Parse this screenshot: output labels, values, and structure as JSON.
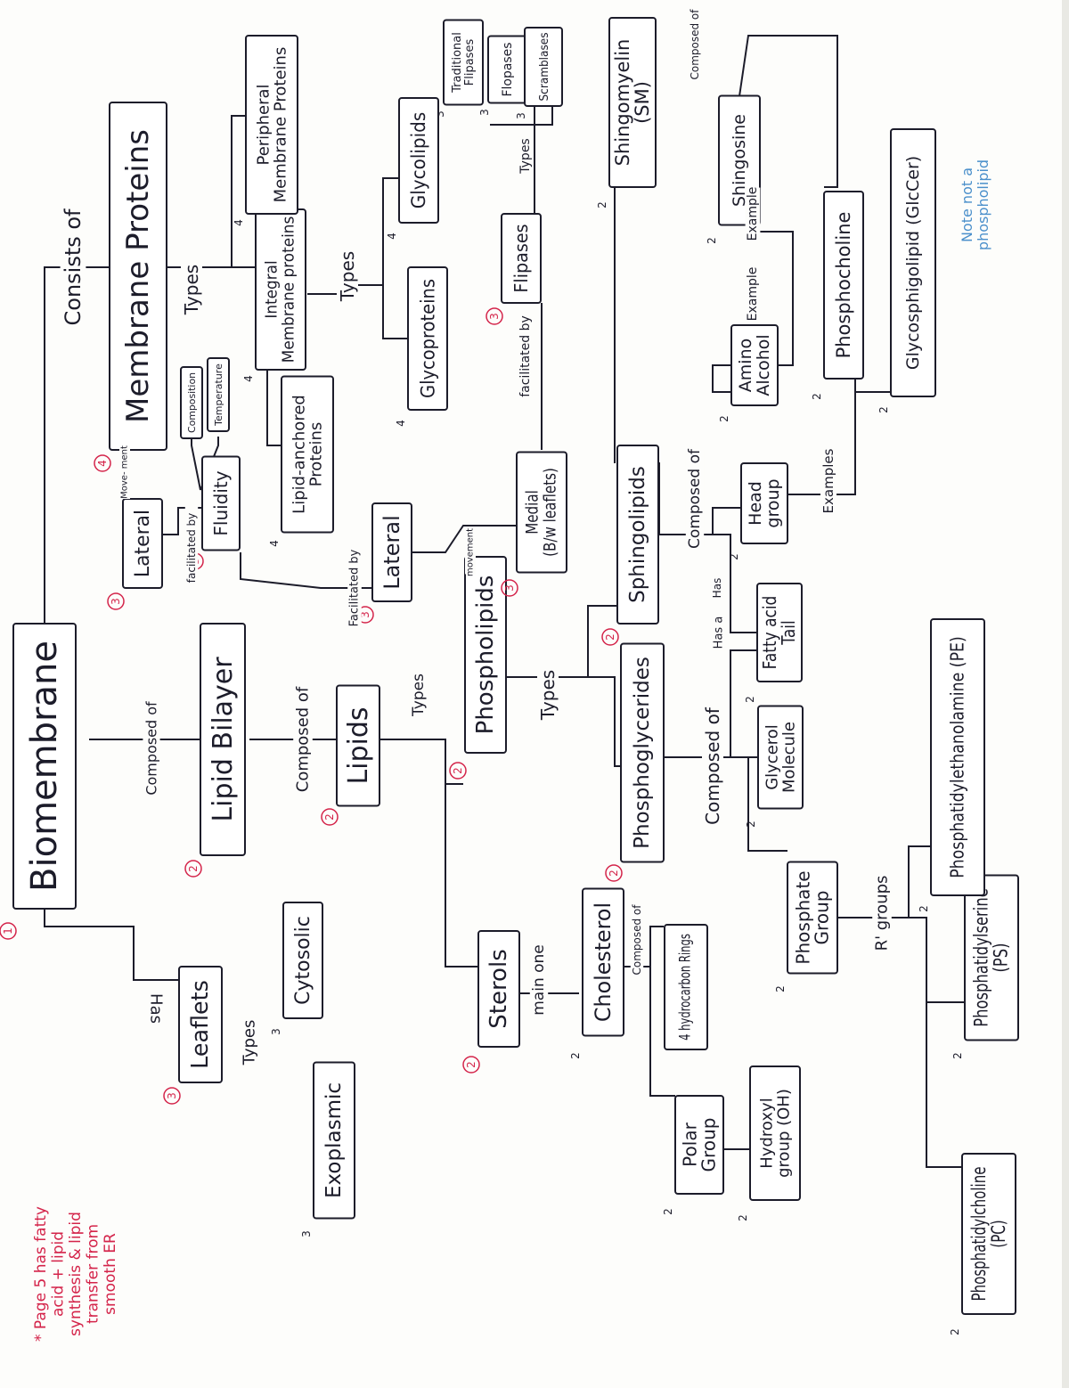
{
  "nodes": [
    {
      "id": "biomembrane",
      "text": "Biomembrane",
      "num": "1"
    },
    {
      "id": "leaflets",
      "text": "Leaflets",
      "num": "3"
    },
    {
      "id": "exoplasmic",
      "text": "Exoplasmic",
      "num": "3"
    },
    {
      "id": "cytosolic",
      "text": "Cytosolic",
      "num": "3"
    },
    {
      "id": "lipid-bilayer",
      "text": "Lipid Bilayer",
      "num": "2"
    },
    {
      "id": "lipids",
      "text": "Lipids",
      "num": "2"
    },
    {
      "id": "sterols",
      "text": "Sterols",
      "num": "2"
    },
    {
      "id": "cholesterol",
      "text": "Cholesterol",
      "num": "2"
    },
    {
      "id": "hydrocarbon-rings",
      "text": "4 hydrocarbon Rings",
      "num": ""
    },
    {
      "id": "polar-group",
      "text": "Polar Group",
      "num": "2"
    },
    {
      "id": "hydroxyl",
      "text": "Hydroxyl group (OH)",
      "num": "2"
    },
    {
      "id": "phospholipids",
      "text": "Phospholipids",
      "num": "2"
    },
    {
      "id": "phosphoglycerides",
      "text": "Phosphoglycerides",
      "num": "2"
    },
    {
      "id": "sphingolipids",
      "text": "Sphingolipids",
      "num": "2"
    },
    {
      "id": "glycerol",
      "text": "Glycerol Molecule",
      "num": "2"
    },
    {
      "id": "phosphate-group",
      "text": "Phosphate Group",
      "num": "2"
    },
    {
      "id": "fatty-acid-tail",
      "text": "Fatty acid Tail",
      "num": "2"
    },
    {
      "id": "head-group",
      "text": "Head group",
      "num": "2"
    },
    {
      "id": "amino-alcohol",
      "text": "Amino Alcohol",
      "num": "2"
    },
    {
      "id": "sphingosine",
      "text": "Shingosine",
      "num": "2"
    },
    {
      "id": "sphingomyelin",
      "text": "Shingomyelin (SM)",
      "num": "2"
    },
    {
      "id": "phosphocholine",
      "text": "Phosphocholine",
      "num": "2"
    },
    {
      "id": "glycosphingolipid",
      "text": "Glycosphigolipid (GlcCer)",
      "num": "2"
    },
    {
      "id": "pc",
      "text": "Phosphatidylcholine (PC)",
      "num": "2"
    },
    {
      "id": "ps",
      "text": "Phosphatidylserine (PS)",
      "num": "2"
    },
    {
      "id": "pe",
      "text": "Phosphatidylethanolamine (PE)",
      "num": "2"
    },
    {
      "id": "lateral-lipid",
      "text": "Lateral",
      "num": "3"
    },
    {
      "id": "medial",
      "text": "Medial (B/w leaflets)",
      "num": "3"
    },
    {
      "id": "flipases",
      "text": "Flipases",
      "num": "3"
    },
    {
      "id": "traditional-flipases",
      "text": "Traditional Flipases",
      "num": "3"
    },
    {
      "id": "flopases",
      "text": "Flopases",
      "num": "3"
    },
    {
      "id": "scramblases",
      "text": "Scramblases",
      "num": "3"
    },
    {
      "id": "membrane-proteins",
      "text": "Membrane Proteins",
      "num": "4"
    },
    {
      "id": "lateral-protein",
      "text": "Lateral",
      "num": "3"
    },
    {
      "id": "fluidity",
      "text": "Fluidity",
      "num": "3"
    },
    {
      "id": "composition",
      "text": "Composition",
      "num": ""
    },
    {
      "id": "temperature",
      "text": "Temperature",
      "num": ""
    },
    {
      "id": "lipid-anchored",
      "text": "Lipid-anchored Proteins",
      "num": "4"
    },
    {
      "id": "integral",
      "text": "Integral Membrane proteins",
      "num": "4"
    },
    {
      "id": "peripheral",
      "text": "Peripheral Membrane Proteins",
      "num": "4"
    },
    {
      "id": "glycoproteins",
      "text": "Glycoproteins",
      "num": "4"
    },
    {
      "id": "glycolipids",
      "text": "Glycolipids",
      "num": "4"
    }
  ],
  "links": [
    {
      "id": "has",
      "text": "Has"
    },
    {
      "id": "composed-of-1",
      "text": "Composed of"
    },
    {
      "id": "consists-of",
      "text": "Consists of"
    },
    {
      "id": "types-leaflets",
      "text": "Types"
    },
    {
      "id": "composed-of-2",
      "text": "Composed of"
    },
    {
      "id": "types-lipids",
      "text": "Types"
    },
    {
      "id": "main-one",
      "text": "main one"
    },
    {
      "id": "composed-of-chol",
      "text": "Composed of"
    },
    {
      "id": "types-phospho",
      "text": "Types"
    },
    {
      "id": "composed-of-pg",
      "text": "Composed of"
    },
    {
      "id": "has-a",
      "text": "Has a"
    },
    {
      "id": "r-groups",
      "text": "R' groups"
    },
    {
      "id": "composed-of-sph",
      "text": "Composed of"
    },
    {
      "id": "has-sph",
      "text": "Has"
    },
    {
      "id": "examples-head",
      "text": "Examples"
    },
    {
      "id": "example-amino",
      "text": "Example"
    },
    {
      "id": "example-sph",
      "text": "Example"
    },
    {
      "id": "composed-of-sm",
      "text": "Composed of"
    },
    {
      "id": "movement-lipid",
      "text": "movement"
    },
    {
      "id": "facilitated-by-lat",
      "text": "Facilitated by"
    },
    {
      "id": "facilitated-by-flip",
      "text": "facilitated by"
    },
    {
      "id": "types-flip",
      "text": "Types"
    },
    {
      "id": "movement-prot",
      "text": "Move- ment"
    },
    {
      "id": "facilitated-by-fluid",
      "text": "facilitated by"
    },
    {
      "id": "types-prot",
      "text": "Types"
    },
    {
      "id": "types-integral",
      "text": "Types"
    }
  ],
  "notes": {
    "red": "* Page 5 has fatty acid + lipid synthesis & lipid transfer from smooth ER",
    "blue": "Note not a phospholipid"
  },
  "colors": {
    "ink": "#1c1c2a",
    "red_ink": "#d4244a",
    "blue_ink": "#4a8fcb",
    "box_fill": "#ffffff"
  }
}
